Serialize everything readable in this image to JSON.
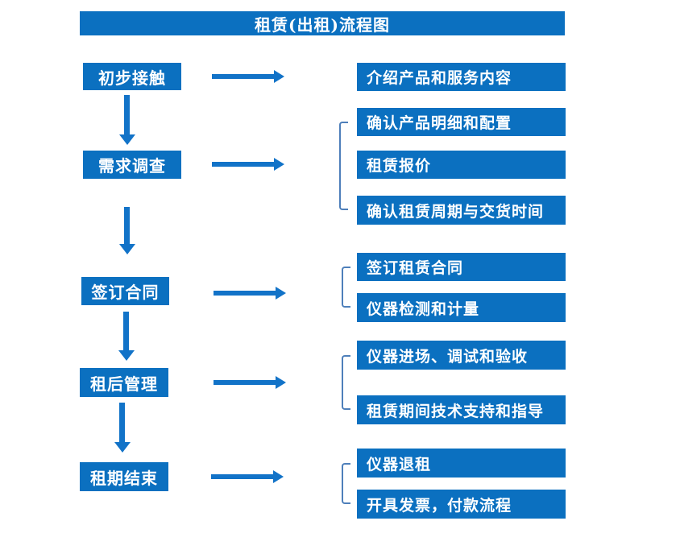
{
  "title": "租赁(出租)流程图",
  "colors": {
    "box_blue": "#0b70c0",
    "arrow_blue": "#1273c8",
    "bracket_blue": "#4e7fba",
    "text_white": "#ffffff",
    "background": "#ffffff"
  },
  "flow": {
    "steps": [
      {
        "label": "初步接触",
        "details": [
          "介绍产品和服务内容"
        ]
      },
      {
        "label": "需求调查",
        "details": [
          "确认产品明细和配置",
          "租赁报价",
          "确认租赁周期与交货时间"
        ]
      },
      {
        "label": "签订合同",
        "details": [
          "签订租赁合同",
          "仪器检测和计量"
        ]
      },
      {
        "label": "租后管理",
        "details": [
          "仪器进场、调试和验收",
          "租赁期间技术支持和指导"
        ]
      },
      {
        "label": "租期结束",
        "details": [
          "仪器退租",
          "开具发票，付款流程"
        ]
      }
    ]
  }
}
